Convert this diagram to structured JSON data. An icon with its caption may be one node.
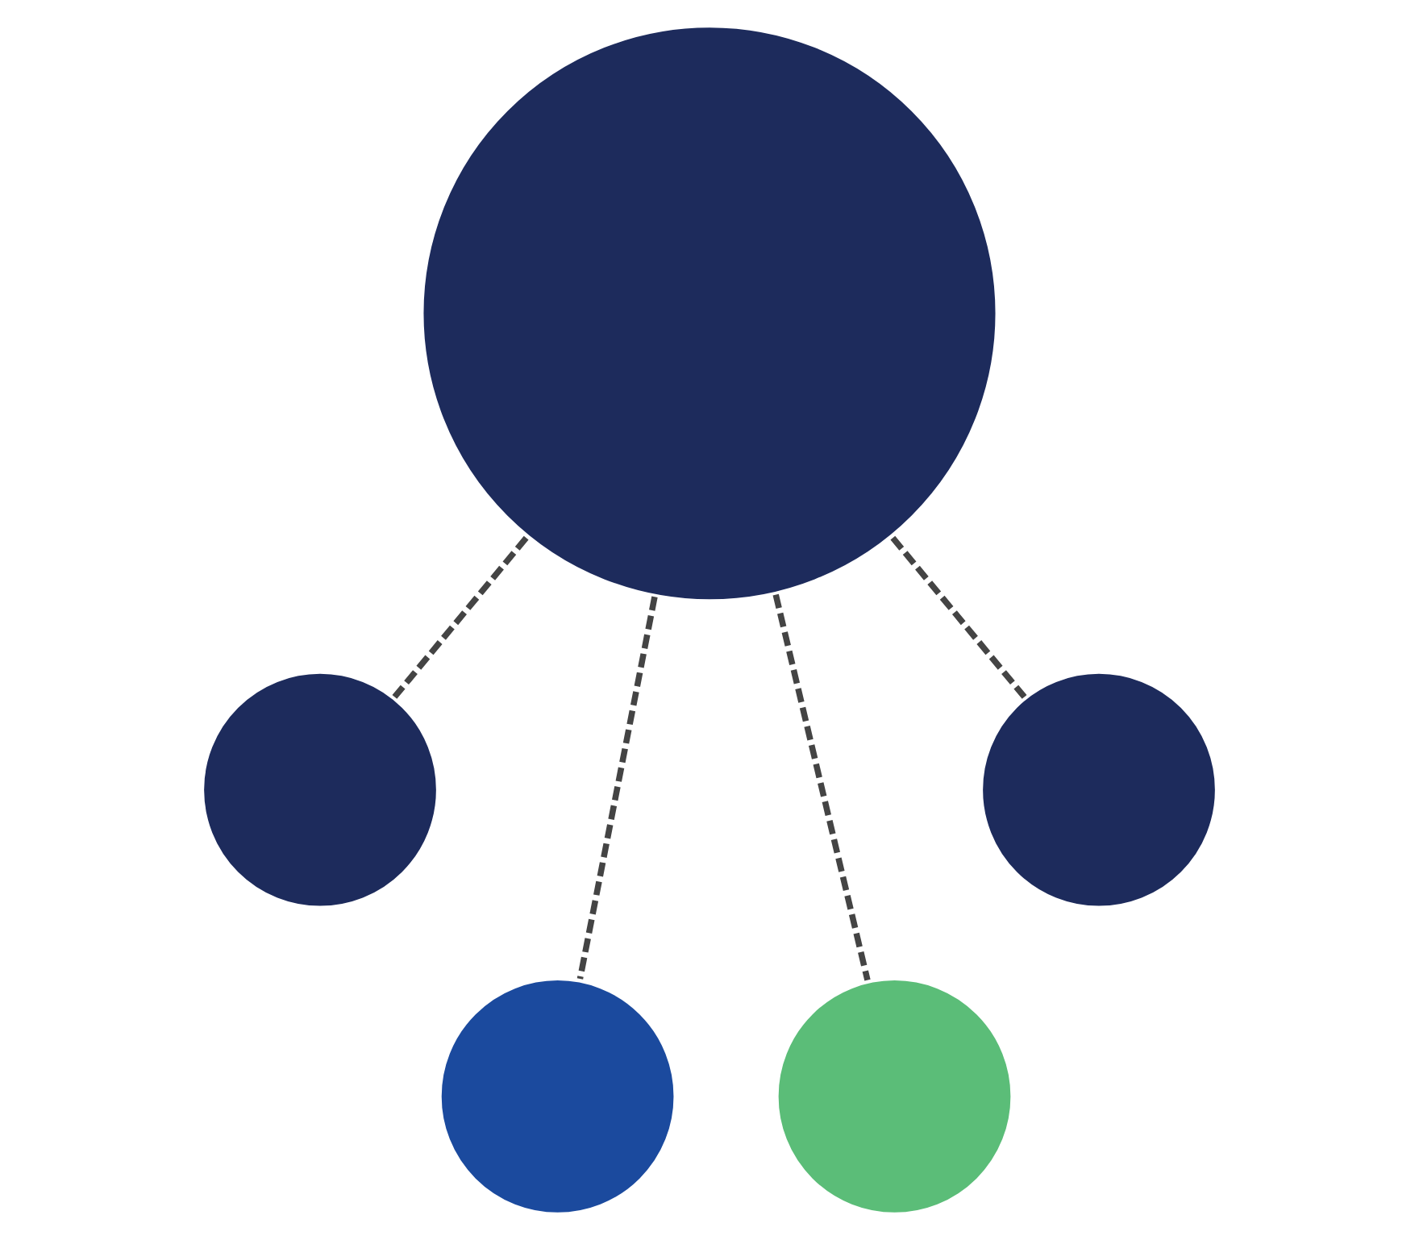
{
  "diagram": {
    "nodes": [
      {
        "text": [],
        "shape": "circle"
      },
      {
        "text": [],
        "shape": "circle"
      },
      {
        "text": [],
        "shape": "circle"
      },
      {
        "text": [],
        "shape": "circle"
      },
      {
        "text": [],
        "shape": "circle"
      }
    ],
    "edges": [
      {
        "from": 0,
        "to": 1,
        "arrow": "none",
        "style": "dashed"
      },
      {
        "from": 0,
        "to": 2,
        "arrow": "none",
        "style": "dashed"
      },
      {
        "from": 0,
        "to": 3,
        "arrow": "none",
        "style": "dashed"
      },
      {
        "from": 0,
        "to": 4,
        "arrow": "none",
        "style": "dashed"
      }
    ]
  }
}
